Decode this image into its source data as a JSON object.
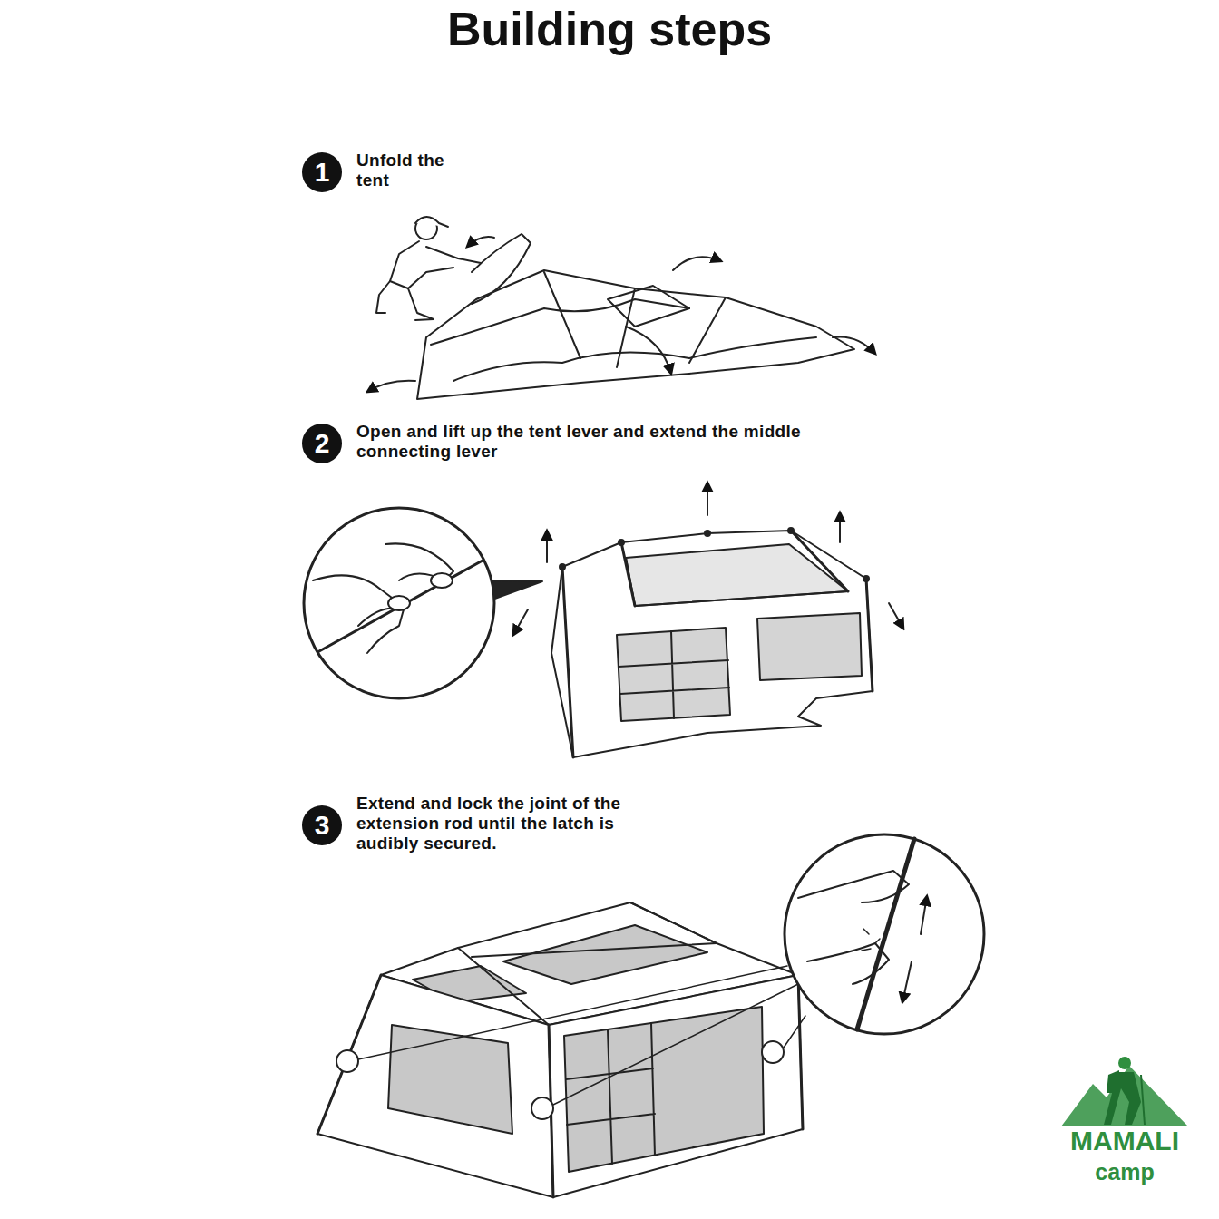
{
  "diagram": {
    "title": "Building steps",
    "nodes": [
      {
        "text": [
          "1",
          "Unfold the tent"
        ]
      },
      {
        "text": [
          "2",
          "Open and lift up the tent lever and extend the middle connecting lever"
        ]
      },
      {
        "text": [
          "3",
          "Extend and lock the joint of the extension rod until the latch is audibly secured."
        ]
      }
    ],
    "labels": [
      "MAMALI",
      "camp"
    ]
  }
}
